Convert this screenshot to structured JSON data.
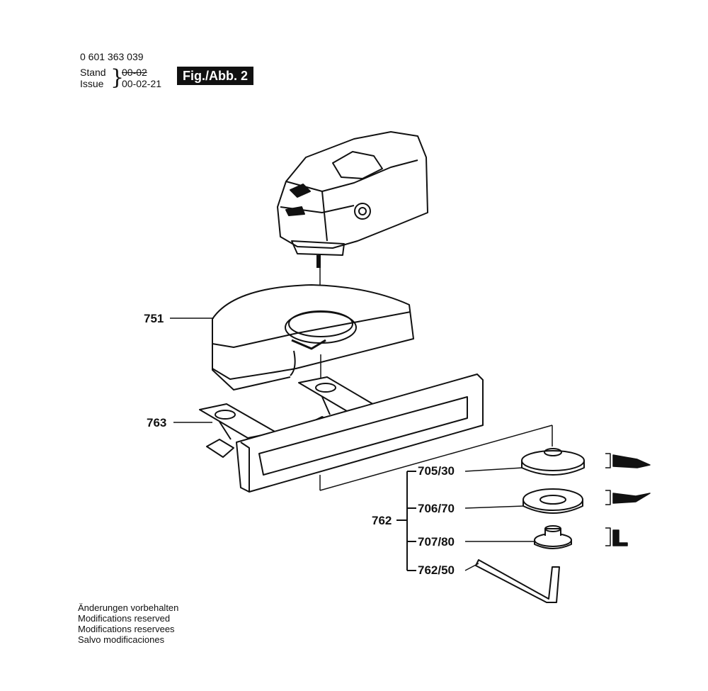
{
  "header": {
    "part_number": "0 601 363 039",
    "stand_label": "Stand",
    "stand_value": "00-02",
    "issue_label": "Issue",
    "issue_value": "00-02-21",
    "figure_label": "Fig./Abb. 2"
  },
  "parts": {
    "p751": "751",
    "p763": "763",
    "p762": "762",
    "p705_30": "705/30",
    "p706_70": "706/70",
    "p707_80": "707/80",
    "p762_50": "762/50"
  },
  "notes": [
    "Änderungen vorbehalten",
    "Modifications reserved",
    "Modifications reservees",
    "Salvo modificaciones"
  ]
}
